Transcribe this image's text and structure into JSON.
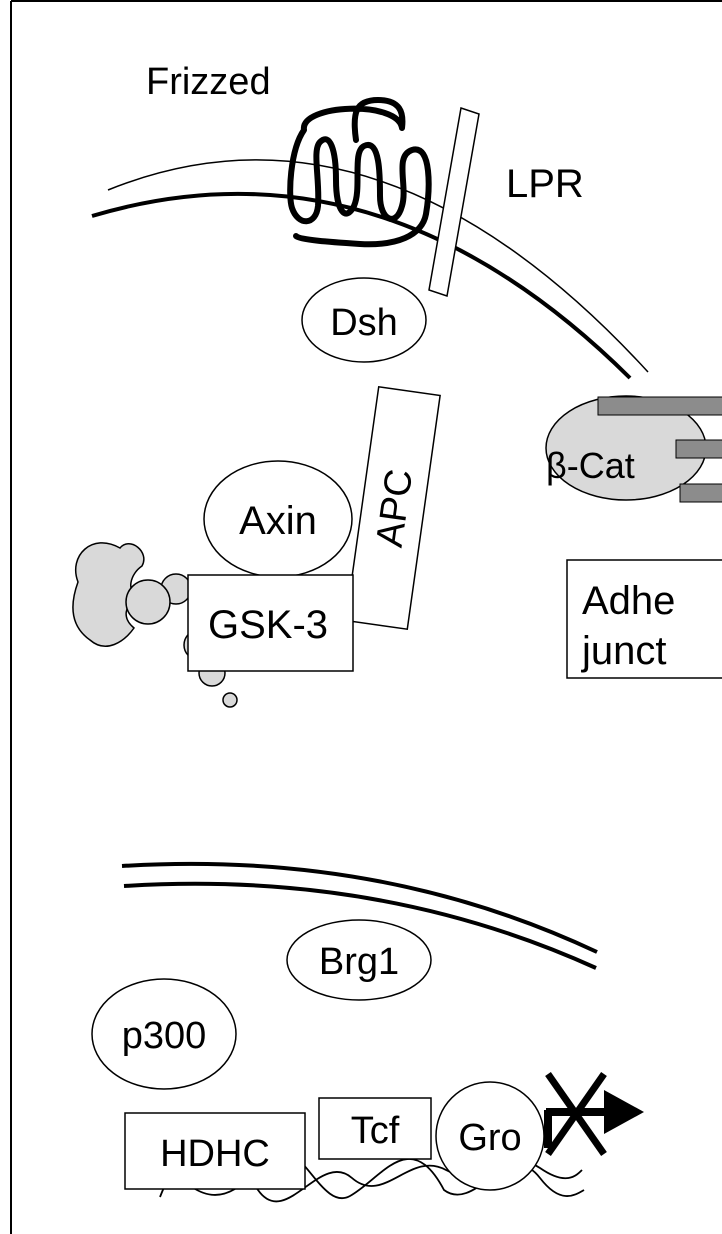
{
  "labels": {
    "frizzled": "Frizzed",
    "lpr": "LPR",
    "dsh": "Dsh",
    "beta_cat": "β-Cat",
    "axin": "Axin",
    "apc": "APC",
    "gsk3": "GSK-3",
    "adherens_line1": "Adhe",
    "adherens_line2": "junct",
    "p300": "p300",
    "brg1": "Brg1",
    "hdhc": "HDHC",
    "tcf": "Tcf",
    "gro": "Gro"
  },
  "colors": {
    "stroke": "#000000",
    "fill_grey": "#d9d9d9",
    "bar_grey": "#8c8c8c",
    "background": "#ffffff"
  }
}
